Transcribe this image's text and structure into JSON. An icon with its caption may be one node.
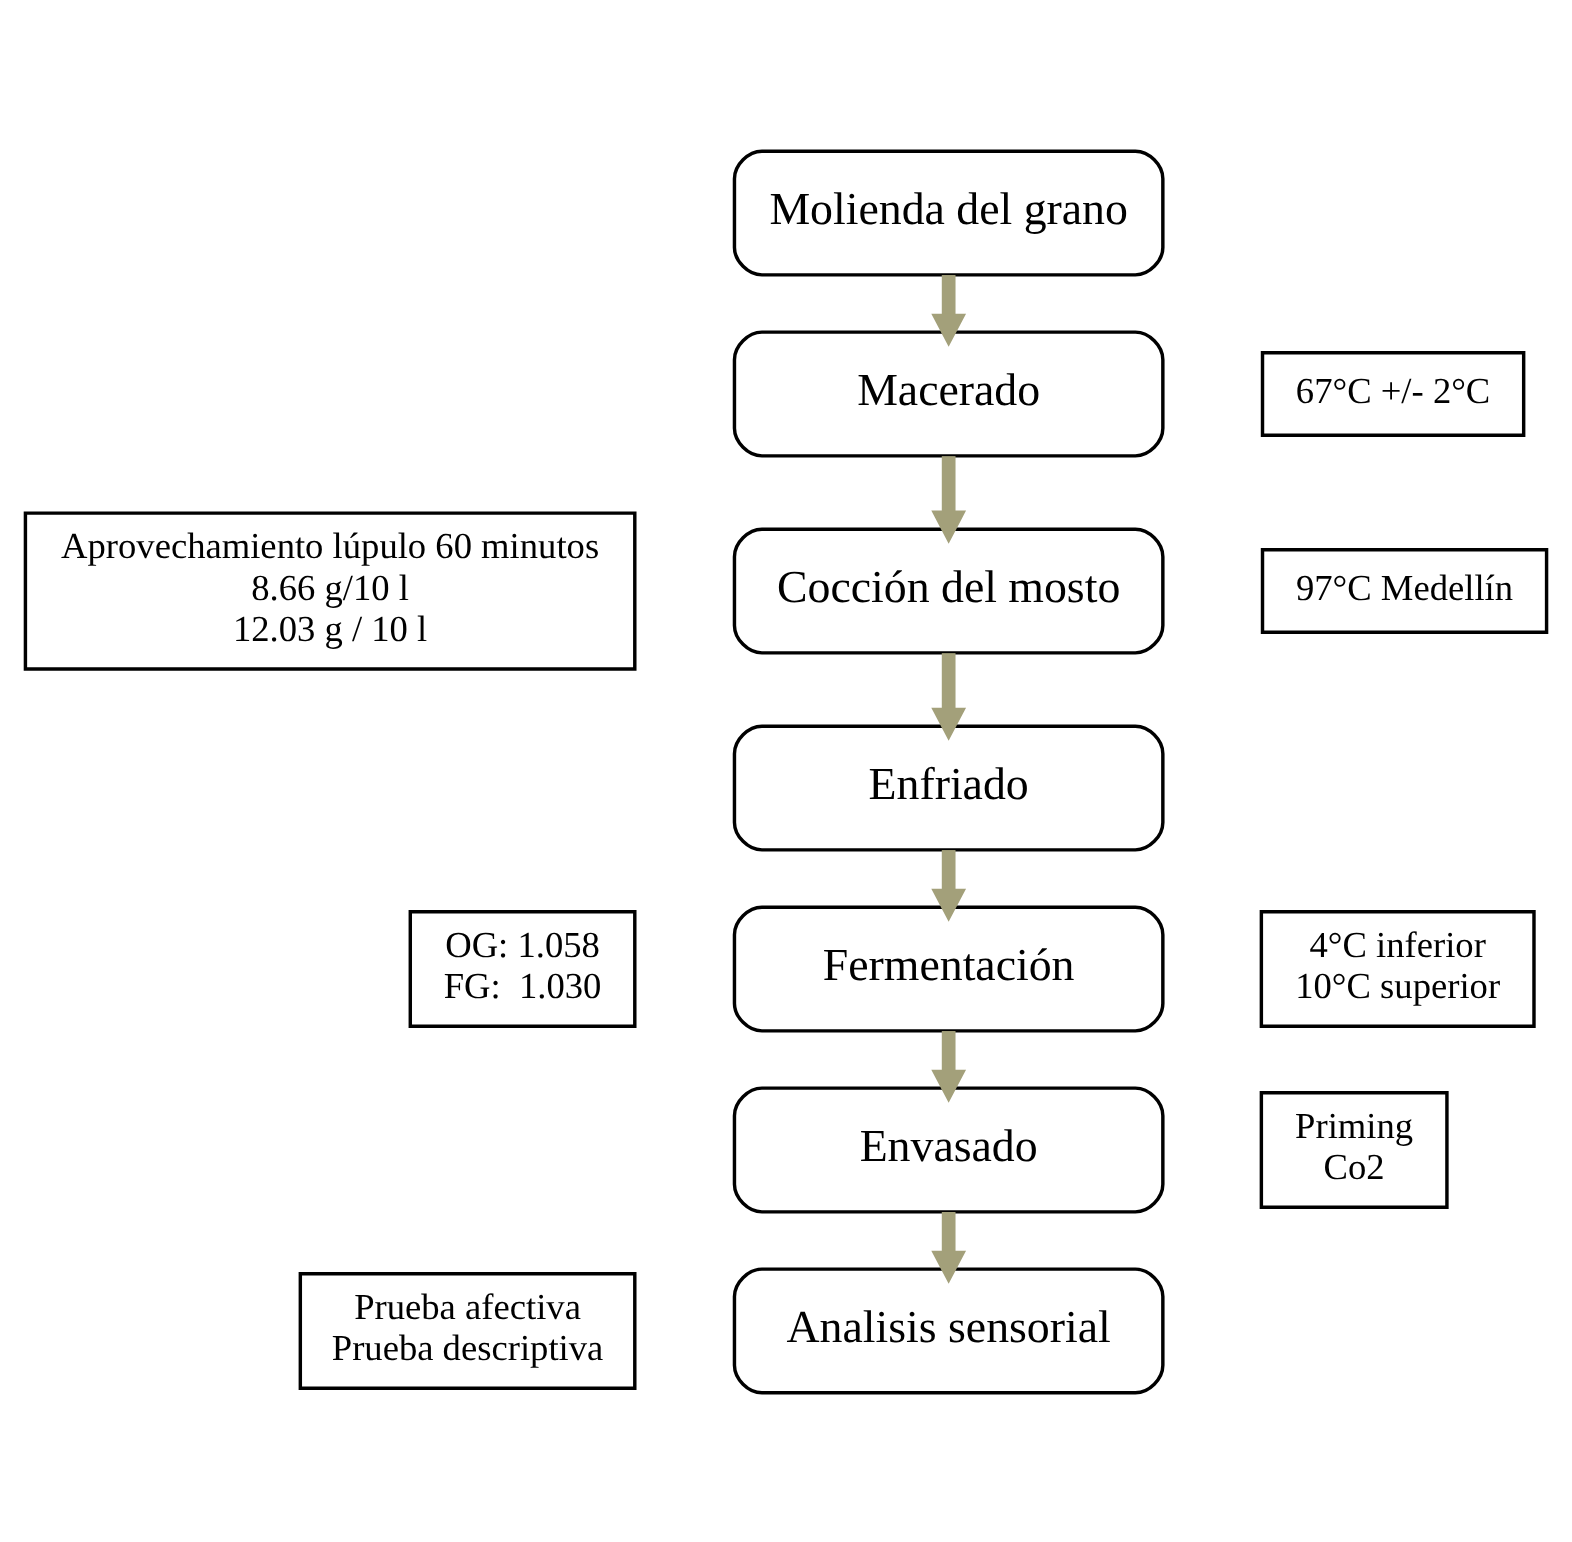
{
  "diagram": {
    "nodes": [
      {
        "text": [
          "Molienda del grano"
        ]
      },
      {
        "text": [
          "Macerado"
        ]
      },
      {
        "text": [
          "67°C +/- 2°C"
        ]
      },
      {
        "text": [
          "Aprovechamiento lúpulo 60 minutos",
          "8.66 g/10 l",
          "12.03 g / 10 l"
        ]
      },
      {
        "text": [
          "Cocción del mosto"
        ]
      },
      {
        "text": [
          "97°C Medellín"
        ]
      },
      {
        "text": [
          "Enfriado"
        ]
      },
      {
        "text": [
          "OG: 1.058",
          "FG:  1.030"
        ]
      },
      {
        "text": [
          "Fermentación"
        ]
      },
      {
        "text": [
          "4°C inferior",
          "10°C superior"
        ]
      },
      {
        "text": [
          "Envasado"
        ]
      },
      {
        "text": [
          "Priming",
          "Co2"
        ]
      },
      {
        "text": [
          "Prueba afectiva",
          "Prueba descriptiva"
        ]
      },
      {
        "text": [
          "Analisis sensorial"
        ]
      }
    ],
    "edges": [
      {
        "from": 0,
        "to": 1,
        "arrow": "to"
      },
      {
        "from": 1,
        "to": 4,
        "arrow": "to"
      },
      {
        "from": 4,
        "to": 6,
        "arrow": "to"
      },
      {
        "from": 6,
        "to": 8,
        "arrow": "to"
      },
      {
        "from": 8,
        "to": 10,
        "arrow": "to"
      },
      {
        "from": 10,
        "to": 13,
        "arrow": "to"
      }
    ]
  }
}
